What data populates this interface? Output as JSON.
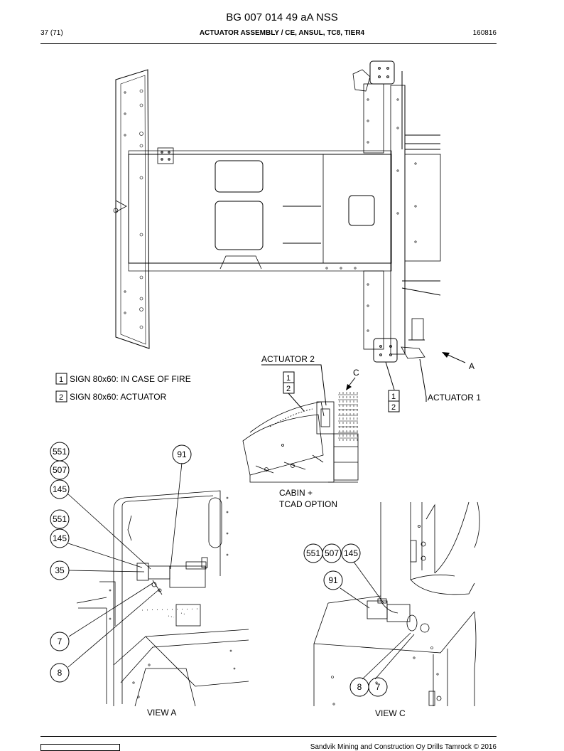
{
  "header": {
    "doc_id": "BG 007 014 49 aA NSS",
    "page": "37 (71)",
    "title": "ACTUATOR ASSEMBLY / CE, ANSUL, TC8, TIER4",
    "date": "160816"
  },
  "legend": [
    {
      "num": "1",
      "text": "SIGN 80x60: IN CASE OF FIRE"
    },
    {
      "num": "2",
      "text": "SIGN 80x60: ACTUATOR"
    }
  ],
  "labels": {
    "actuator1": "ACTUATOR 1",
    "actuator2": "ACTUATOR 2",
    "view_a_arrow": "A",
    "view_c_arrow": "C",
    "cabin_line1": "CABIN +",
    "cabin_line2": "TCAD OPTION",
    "view_a": "VIEW A",
    "view_c": "VIEW C",
    "box_1": "1",
    "box_2": "2"
  },
  "view_a_callouts": [
    "551",
    "507",
    "145",
    "91",
    "551",
    "145",
    "35",
    "7",
    "8"
  ],
  "view_c_callouts": [
    "551",
    "507",
    "145",
    "91",
    "8",
    "7"
  ],
  "footer": {
    "copyright": "Sandvik Mining and Construction Oy Drills Tamrock © 2016"
  }
}
